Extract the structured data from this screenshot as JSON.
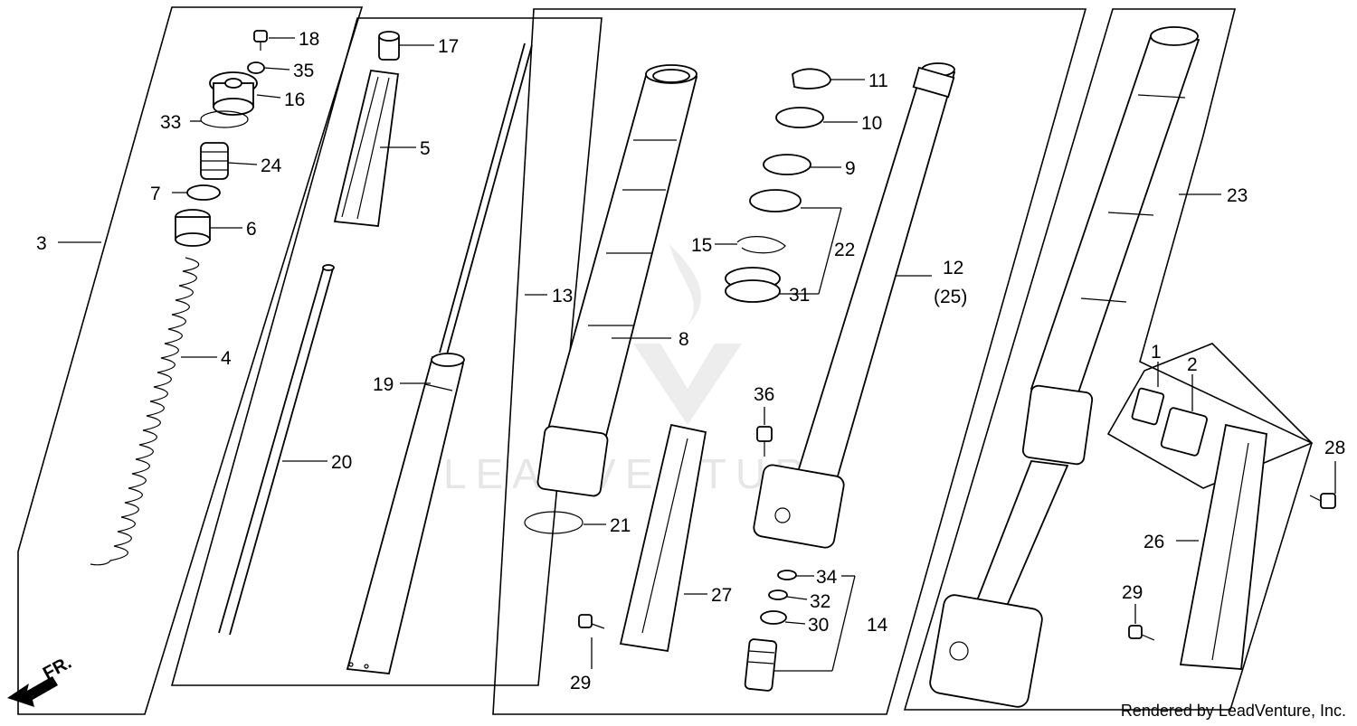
{
  "diagram": {
    "callouts": [
      {
        "id": "c18",
        "text": "18"
      },
      {
        "id": "c35",
        "text": "35"
      },
      {
        "id": "c16",
        "text": "16"
      },
      {
        "id": "c33",
        "text": "33"
      },
      {
        "id": "c24",
        "text": "24"
      },
      {
        "id": "c7",
        "text": "7"
      },
      {
        "id": "c6",
        "text": "6"
      },
      {
        "id": "c3",
        "text": "3"
      },
      {
        "id": "c4",
        "text": "4"
      },
      {
        "id": "c17",
        "text": "17"
      },
      {
        "id": "c5",
        "text": "5"
      },
      {
        "id": "c13",
        "text": "13"
      },
      {
        "id": "c19",
        "text": "19"
      },
      {
        "id": "c20",
        "text": "20"
      },
      {
        "id": "c8",
        "text": "8"
      },
      {
        "id": "c21",
        "text": "21"
      },
      {
        "id": "c27",
        "text": "27"
      },
      {
        "id": "c29a",
        "text": "29"
      },
      {
        "id": "c11",
        "text": "11"
      },
      {
        "id": "c10",
        "text": "10"
      },
      {
        "id": "c9",
        "text": "9"
      },
      {
        "id": "c15",
        "text": "15"
      },
      {
        "id": "c22",
        "text": "22"
      },
      {
        "id": "c31",
        "text": "31"
      },
      {
        "id": "c12",
        "text": "12"
      },
      {
        "id": "c25",
        "text": "(25)"
      },
      {
        "id": "c36",
        "text": "36"
      },
      {
        "id": "c34",
        "text": "34"
      },
      {
        "id": "c32",
        "text": "32"
      },
      {
        "id": "c30",
        "text": "30"
      },
      {
        "id": "c14",
        "text": "14"
      },
      {
        "id": "c23",
        "text": "23"
      },
      {
        "id": "c1",
        "text": "1"
      },
      {
        "id": "c2",
        "text": "2"
      },
      {
        "id": "c28",
        "text": "28"
      },
      {
        "id": "c26",
        "text": "26"
      },
      {
        "id": "c29b",
        "text": "29"
      }
    ],
    "direction_label": "FR.",
    "watermark": "LEADVENTURE",
    "credit": "Rendered by LeadVenture, Inc."
  }
}
